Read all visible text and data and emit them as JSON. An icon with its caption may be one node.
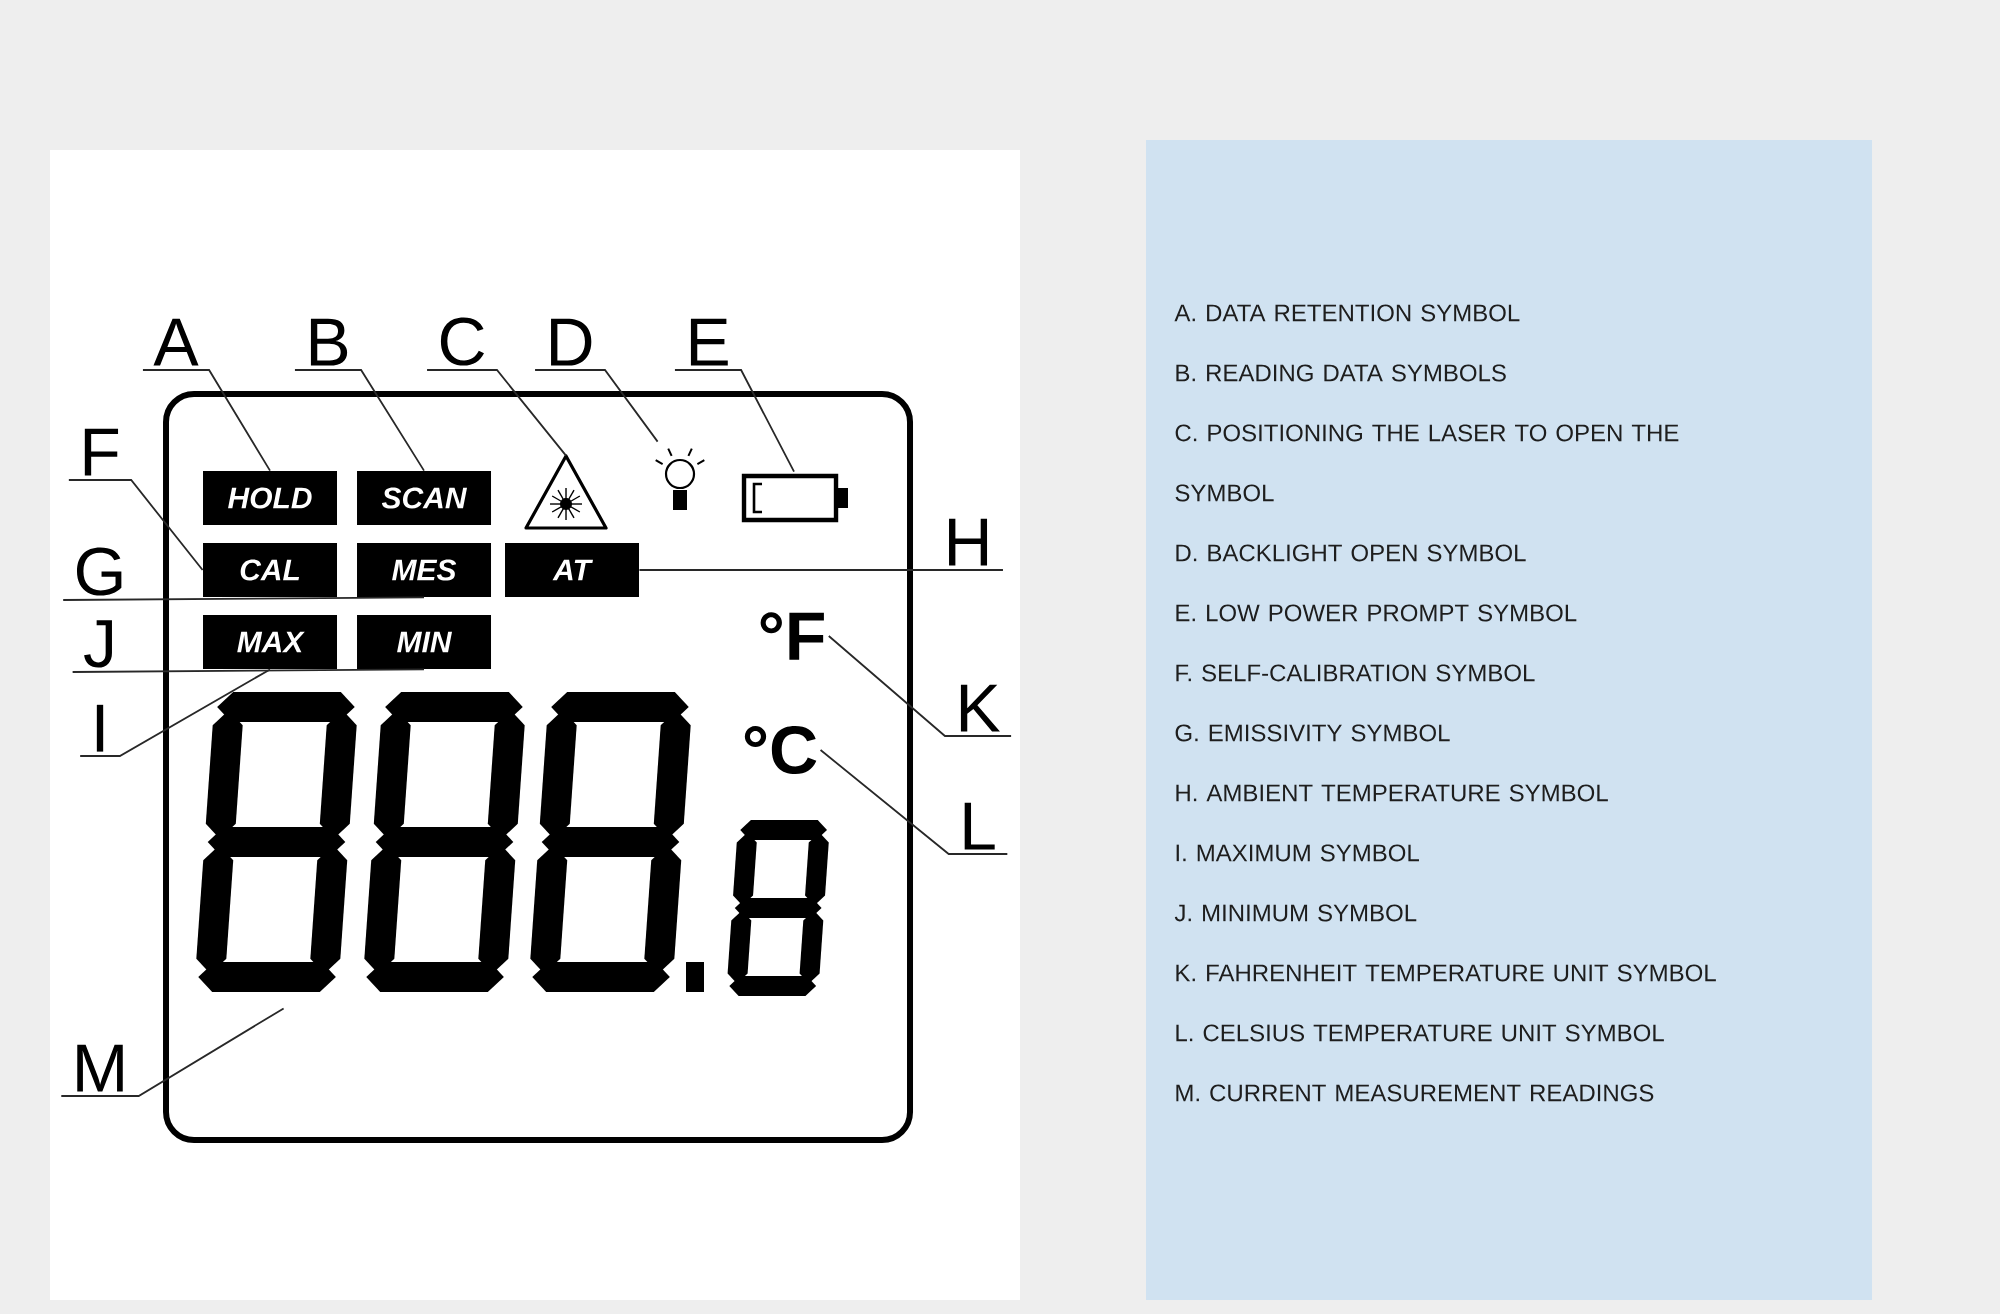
{
  "diagram": {
    "nodes": [
      {
        "text": [],
        "shape": "box"
      },
      {
        "text": [
          "HOLD"
        ],
        "in": 0
      },
      {
        "text": [
          "SCAN"
        ],
        "in": 0
      },
      {
        "text": [],
        "shape": "triangle",
        "in": 0
      },
      {
        "text": [],
        "shape": "bulb",
        "in": 0
      },
      {
        "text": [],
        "shape": "battery",
        "in": 0
      },
      {
        "text": [
          "CAL"
        ],
        "in": 0
      },
      {
        "text": [
          "MES"
        ],
        "in": 0
      },
      {
        "text": [
          "AT"
        ],
        "in": 0
      },
      {
        "text": [
          "MAX"
        ],
        "in": 0
      },
      {
        "text": [
          "MIN"
        ],
        "in": 0
      },
      {
        "text": [
          "°F"
        ],
        "in": 0
      },
      {
        "text": [
          "°C"
        ],
        "in": 0
      },
      {
        "text": [],
        "shape": "digits",
        "in": 0
      },
      {
        "text": [
          "A"
        ]
      },
      {
        "text": [
          "B"
        ]
      },
      {
        "text": [
          "C"
        ]
      },
      {
        "text": [
          "D"
        ]
      },
      {
        "text": [
          "E"
        ]
      },
      {
        "text": [
          "F"
        ]
      },
      {
        "text": [
          "G"
        ]
      },
      {
        "text": [
          "H"
        ]
      },
      {
        "text": [
          "I"
        ]
      },
      {
        "text": [
          "J"
        ]
      },
      {
        "text": [
          "K"
        ]
      },
      {
        "text": [
          "L"
        ]
      },
      {
        "text": [
          "M"
        ]
      }
    ],
    "edges": [
      {
        "from": 14,
        "to": 1,
        "arrow": "none"
      },
      {
        "from": 15,
        "to": 2,
        "arrow": "none"
      },
      {
        "from": 16,
        "to": 3,
        "arrow": "none"
      },
      {
        "from": 17,
        "to": 4,
        "arrow": "none"
      },
      {
        "from": 18,
        "to": 5,
        "arrow": "none"
      },
      {
        "from": 19,
        "to": 6,
        "arrow": "none"
      },
      {
        "from": 20,
        "to": 7,
        "arrow": "none"
      },
      {
        "from": 21,
        "to": 8,
        "arrow": "none"
      },
      {
        "from": 22,
        "to": 9,
        "arrow": "none"
      },
      {
        "from": 23,
        "to": 10,
        "arrow": "none"
      },
      {
        "from": 24,
        "to": 11,
        "arrow": "none"
      },
      {
        "from": 25,
        "to": 12,
        "arrow": "none"
      },
      {
        "from": 26,
        "to": 13,
        "arrow": "none"
      }
    ],
    "labels": [
      "A. DATA RETENTION SYMBOL",
      "B. READING DATA SYMBOLS",
      "C. POSITIONING THE LASER TO OPEN THE SYMBOL",
      "D. BACKLIGHT OPEN SYMBOL",
      "E. LOW POWER PROMPT SYMBOL",
      "F. SELF-CALIBRATION SYMBOL",
      "G. EMISSIVITY SYMBOL",
      "H. AMBIENT TEMPERATURE SYMBOL",
      "I. MAXIMUM SYMBOL",
      "J. MINIMUM SYMBOL",
      "K. FAHRENHEIT TEMPERATURE UNIT SYMBOL",
      "L. CELSIUS TEMPERATURE UNIT SYMBOL",
      "M. CURRENT MEASUREMENT READINGS"
    ]
  }
}
